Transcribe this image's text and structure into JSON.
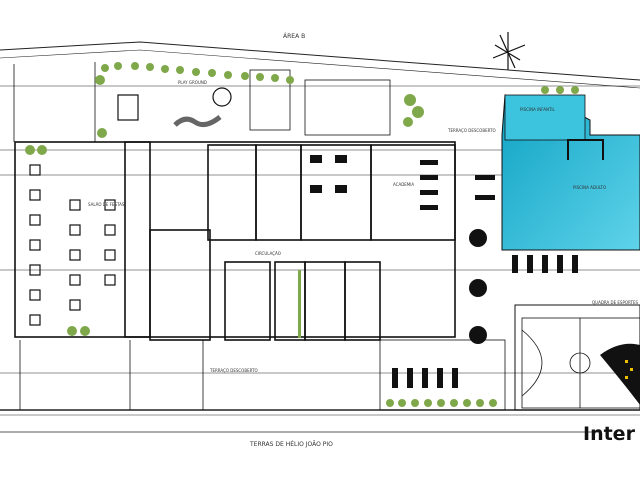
{
  "plan": {
    "top_label": "ÁREA B",
    "bottom_label": "TERRAS DE HÉLIO JOÃO PIO",
    "logo_text": "Inter",
    "rooms": {
      "playground": "PLAY GROUND",
      "party_hall": "SALÃO DE FESTAS",
      "terrace_top": "TERRAÇO DESCOBERTO",
      "terrace_bottom": "TERRAÇO DESCOBERTO",
      "gym": "ACADEMIA",
      "circulation": "CIRCULAÇÃO",
      "adult_pool": "PISCINA ADULTO",
      "kids_pool": "PISCINA INFANTIL",
      "sports_court": "QUADRA DE ESPORTES"
    },
    "colors": {
      "pool": "#2bb8d6",
      "greenery": "#7fa84a",
      "lines": "#111111"
    }
  }
}
